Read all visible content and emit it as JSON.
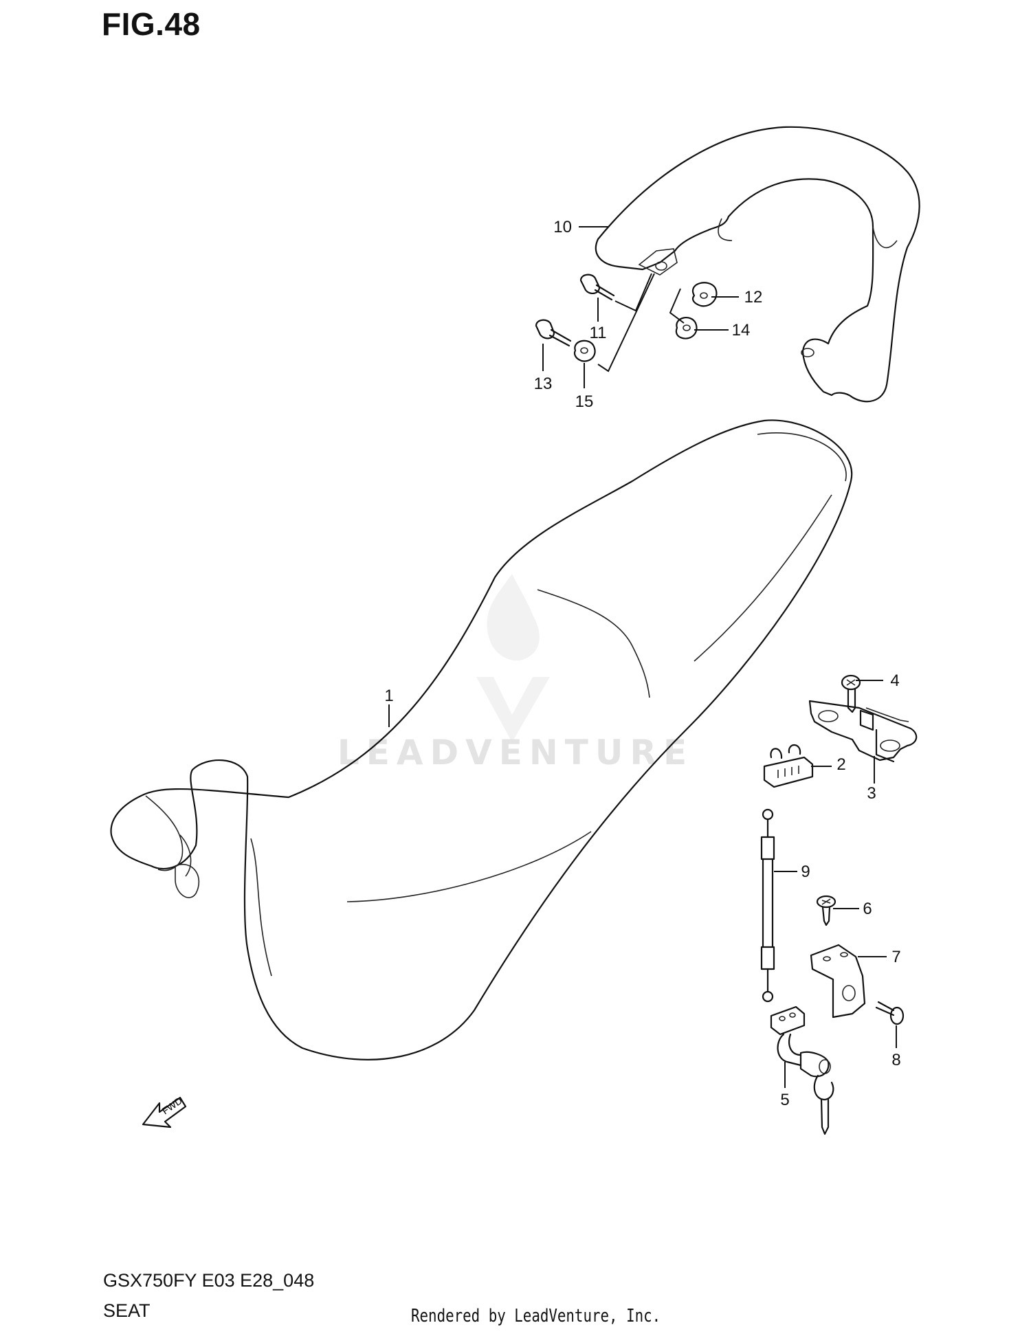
{
  "figure": {
    "title": "FIG.48",
    "model_code": "GSX750FY E03 E28_048",
    "section_name": "SEAT",
    "rendered_by": "Rendered by LeadVenture, Inc.",
    "watermark": "LEADVENTURE",
    "fwd_label": "FWD"
  },
  "callouts": {
    "c1": "1",
    "c2": "2",
    "c3": "3",
    "c4": "4",
    "c5": "5",
    "c6": "6",
    "c7": "7",
    "c8": "8",
    "c9": "9",
    "c10": "10",
    "c11": "11",
    "c12": "12",
    "c13": "13",
    "c14": "14",
    "c15": "15"
  },
  "icons": [
    "seat",
    "grab-rail",
    "bolt",
    "washer",
    "seat-lock",
    "lock-cushion",
    "lock-cable",
    "key-lock",
    "bracket",
    "screw",
    "fwd-arrow-icon",
    "flame-logo-icon"
  ]
}
